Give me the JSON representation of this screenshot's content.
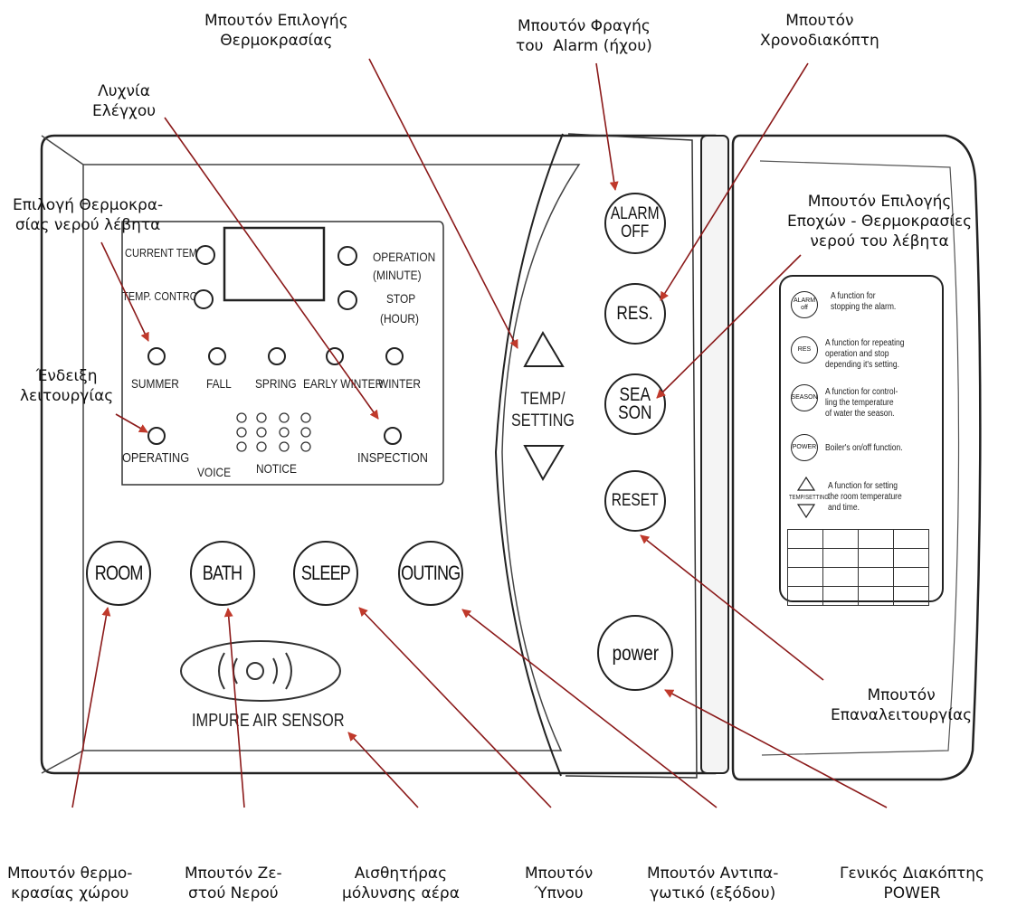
{
  "callouts": {
    "temp_select": "Μπουτόν Επιλογής\nΘερμοκρασίας",
    "alarm_block": "Μπουτόν Φραγής\nτου  Alarm (ήχου)",
    "timer": "Μπουτόν\nΧρονοδιακόπτη",
    "control_lamp": "Λυχνία\nΕλέγχου",
    "water_temp": "Επιλογή Θερμοκρα-\nσίας νερού λέβητα",
    "season_btn": "Μπουτόν Επιλογής\nΕποχών - Θερμοκρασίες\nνερού του λέβητα",
    "operation_ind": "Ένδειξη\nλειτουργίας",
    "repeat": "Μπουτόν\nΕπαναλειτουργίας",
    "room_temp": "Μπουτόν θερμο-\nκρασίας χώρου",
    "hot_water": "Μπουτόν Ζε-\nστού Νερού",
    "air_sensor": "Αισθητήρας\nμόλυνσης αέρα",
    "sleep": "Μπουτόν\nΎπνου",
    "antifreeze": "Μπουτόν Αντιπα-\nγωτικό (εξόδου)",
    "main_switch": "Γενικός Διακόπτης\nPOWER"
  },
  "panel": {
    "current_temp": "CURRENT TEMP",
    "temp_control": "TEMP. CONTROL",
    "operation": "OPERATION",
    "minute": "(MINUTE)",
    "stop": "STOP",
    "hour": "(HOUR)",
    "seasons": [
      "SUMMER",
      "FALL",
      "SPRING",
      "EARLY WINTER",
      "WINTER"
    ],
    "operating": "OPERATING",
    "voice": "VOICE",
    "notice": "NOTICE",
    "inspection": "INSPECTION",
    "room": "ROOM",
    "bath": "BATH",
    "sleep": "SLEEP",
    "outing": "OUTING",
    "impure_air": "IMPURE AIR SENSOR"
  },
  "controls": {
    "temp_setting": "TEMP/\nSETTING",
    "alarm_off": "ALARM\nOFF",
    "res": "RES.",
    "season": "SEA\nSON",
    "reset": "RESET",
    "power": "power"
  },
  "card": {
    "rows": [
      {
        "icon": "ALARM\noff",
        "text": "A function for\nstopping the alarm."
      },
      {
        "icon": "RES",
        "text": "A function for repeating\noperation and stop\ndepending it's setting."
      },
      {
        "icon": "SEASON",
        "text": "A function for control-\nling the temperature\nof water the season."
      },
      {
        "icon": "POWER",
        "text": "Boiler's on/off function."
      },
      {
        "icon": "TEMP/SETTING",
        "text": "A function for setting\nthe room temperature\nand time."
      }
    ]
  }
}
